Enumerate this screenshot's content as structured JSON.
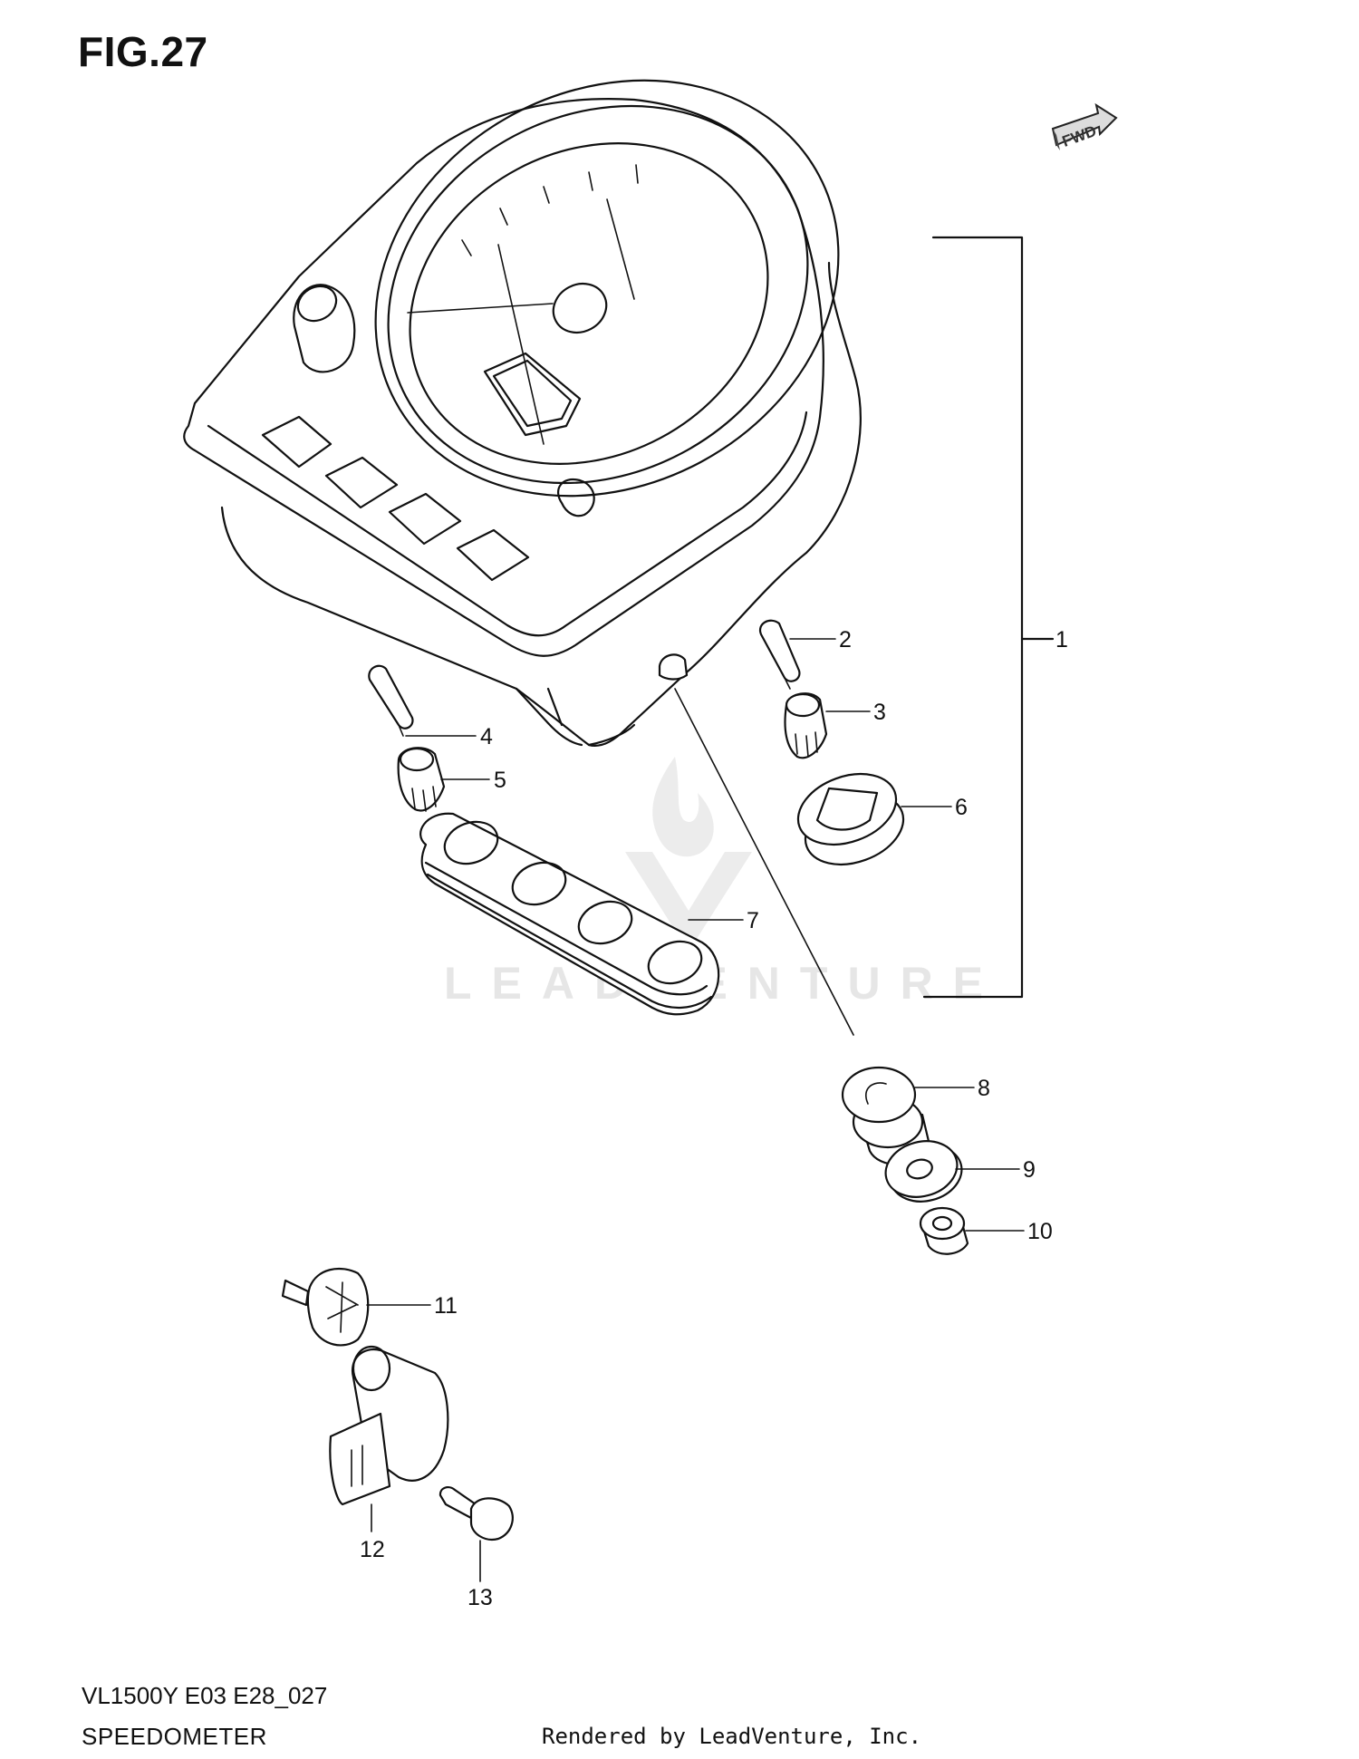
{
  "figure": {
    "title": "FIG.27",
    "model_code": "VL1500Y E03 E28_027",
    "section_name": "SPEEDOMETER",
    "render_credit": "Rendered by LeadVenture, Inc.",
    "direction_badge": "FWD",
    "watermark_text": "LEADVENTURE"
  },
  "parts": [
    {
      "ref": "1",
      "component": "speedometer-assembly"
    },
    {
      "ref": "2",
      "component": "bulb"
    },
    {
      "ref": "3",
      "component": "bulb-socket"
    },
    {
      "ref": "4",
      "component": "bulb"
    },
    {
      "ref": "5",
      "component": "bulb-socket"
    },
    {
      "ref": "6",
      "component": "grommet"
    },
    {
      "ref": "7",
      "component": "indicator-rubber-plate"
    },
    {
      "ref": "8",
      "component": "cushion-grommet"
    },
    {
      "ref": "9",
      "component": "washer"
    },
    {
      "ref": "10",
      "component": "nut"
    },
    {
      "ref": "11",
      "component": "screw"
    },
    {
      "ref": "12",
      "component": "speed-sensor"
    },
    {
      "ref": "13",
      "component": "bolt"
    }
  ],
  "colors": {
    "line": "#111111",
    "background": "#ffffff",
    "watermark": "#e6e6e6"
  }
}
